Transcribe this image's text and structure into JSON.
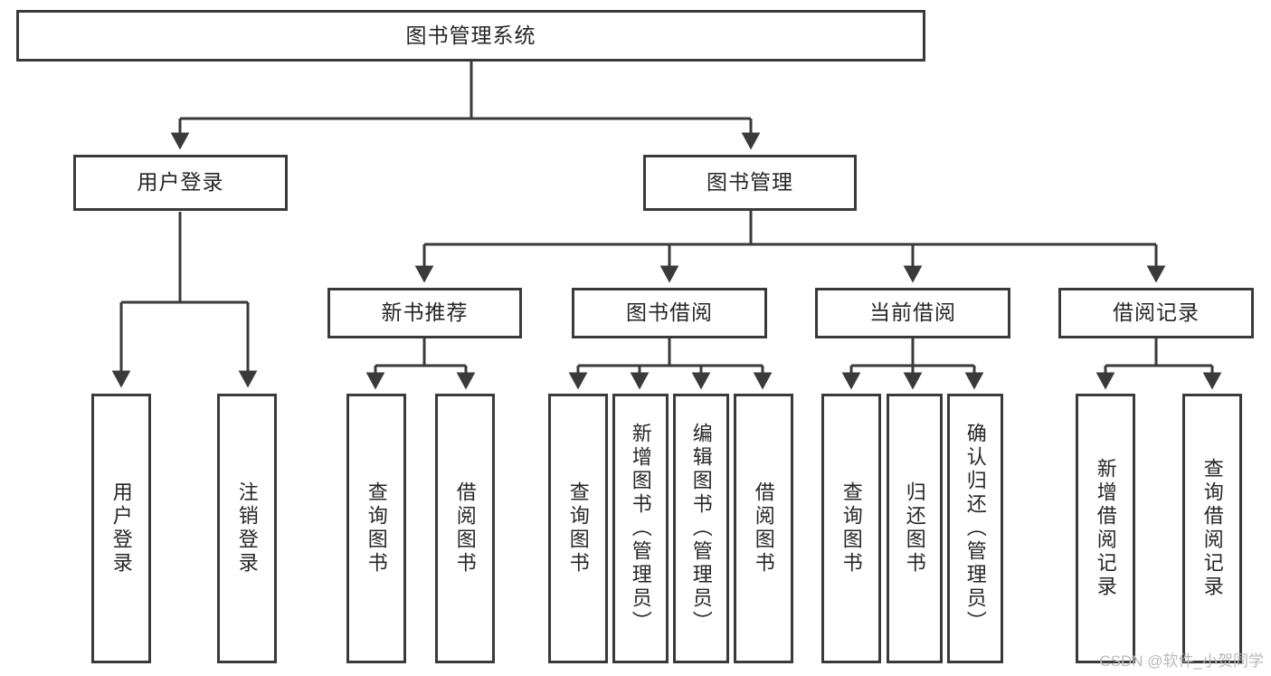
{
  "diagram": {
    "title_node": {
      "label": "图书管理系统"
    },
    "level2": [
      {
        "label": "用户登录"
      },
      {
        "label": "图书管理"
      }
    ],
    "level3": [
      {
        "label": "新书推荐"
      },
      {
        "label": "图书借阅"
      },
      {
        "label": "当前借阅"
      },
      {
        "label": "借阅记录"
      }
    ],
    "leaves": {
      "user_login": [
        {
          "label": "用户登录"
        },
        {
          "label": "注销登录"
        }
      ],
      "new_book": [
        {
          "label": "查询图书"
        },
        {
          "label": "借阅图书"
        }
      ],
      "book_borrow": [
        {
          "label": "查询图书"
        },
        {
          "label": "新增图书（管理员）"
        },
        {
          "label": "编辑图书（管理员）"
        },
        {
          "label": "借阅图书"
        }
      ],
      "current_borrow": [
        {
          "label": "查询图书"
        },
        {
          "label": "归还图书"
        },
        {
          "label": "确认归还（管理员）"
        }
      ],
      "borrow_record": [
        {
          "label": "新增借阅记录"
        },
        {
          "label": "查询借阅记录"
        }
      ]
    }
  },
  "watermark": {
    "text": "CSDN @软件_小贺同学"
  },
  "colors": {
    "stroke": "#3a3a3a",
    "text": "#262626",
    "background": "#ffffff",
    "watermark": "#b9b9b9"
  }
}
